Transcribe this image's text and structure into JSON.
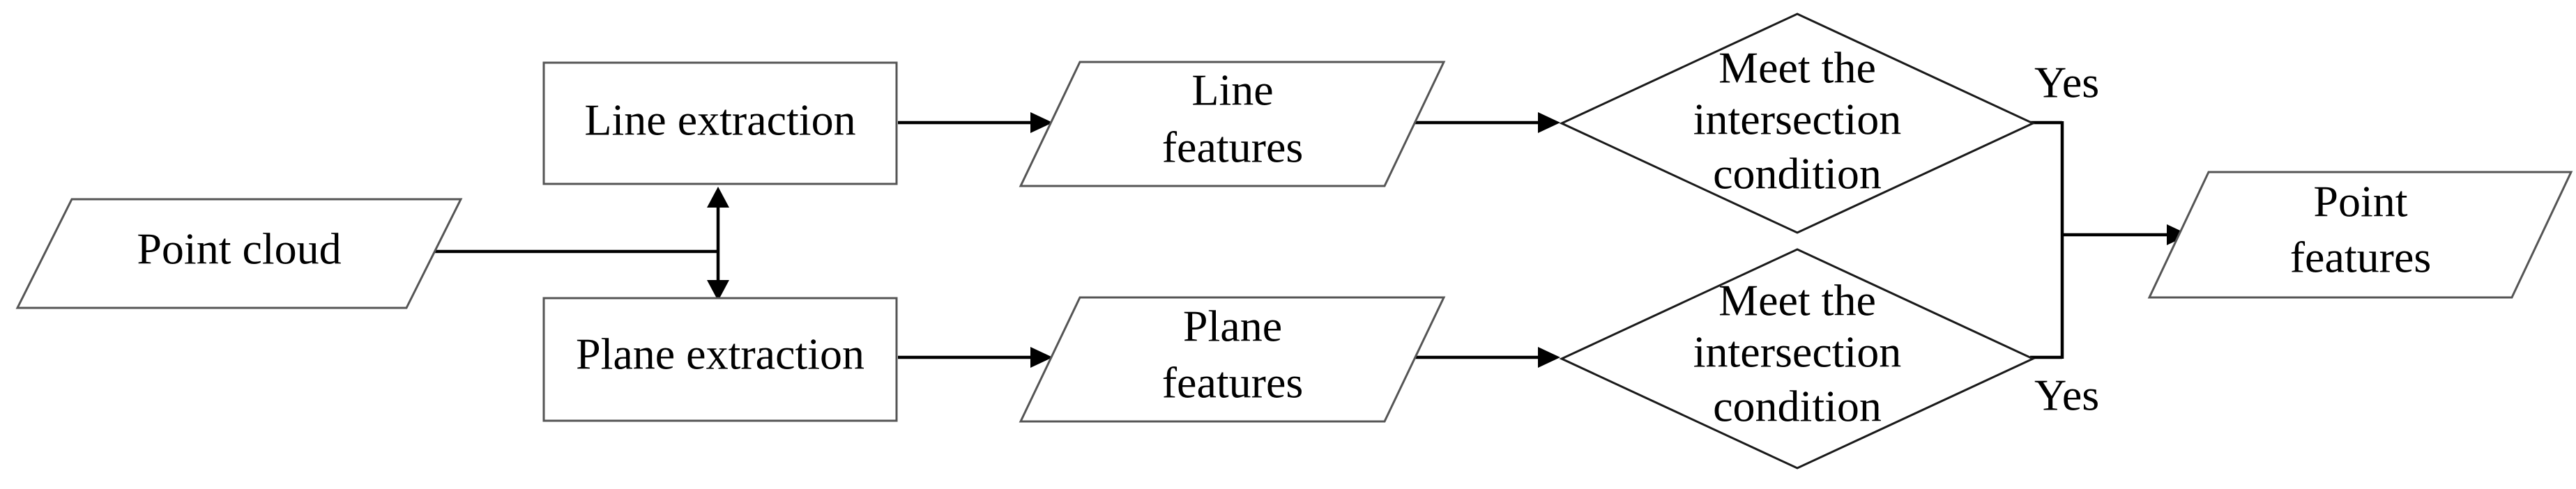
{
  "nodes": {
    "point_cloud": "Point cloud",
    "line_extraction": "Line extraction",
    "plane_extraction": "Plane extraction",
    "line_features": [
      "Line",
      "features"
    ],
    "plane_features": [
      "Plane",
      "features"
    ],
    "condition_top": [
      "Meet the",
      "intersection",
      "condition"
    ],
    "condition_bottom": [
      "Meet the",
      "intersection",
      "condition"
    ],
    "point_features": [
      "Point",
      "features"
    ]
  },
  "edge_labels": {
    "yes_top": "Yes",
    "yes_bottom": "Yes"
  }
}
